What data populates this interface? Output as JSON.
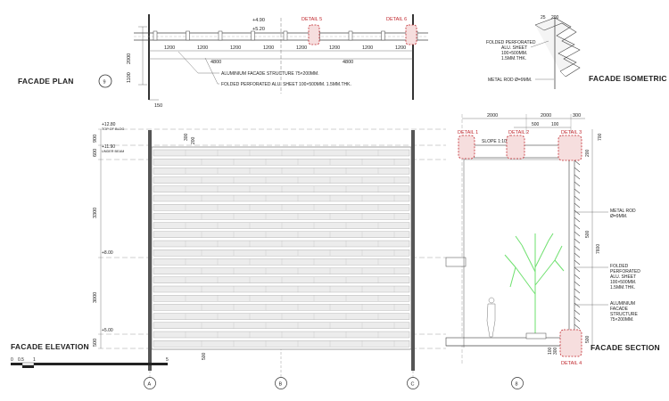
{
  "plan": {
    "title": "FACADE PLAN",
    "sheet_no": "9",
    "lvl_top": "+4.90",
    "lvl_bottom": "+5.20",
    "spans": [
      "1200",
      "1200",
      "1200",
      "1200",
      "1200",
      "1200",
      "1200",
      "1200"
    ],
    "totals": [
      "4800",
      "4800"
    ],
    "depths": [
      "2000",
      "1100"
    ],
    "edge": "150",
    "note1": "ALUMINIUM FACADE STRUCTURE 75×200MM.",
    "note2": "FOLDED PERFORATED ALU. SHEET 100×500MM. 1.5MM.THK.",
    "detail_a": "DETAIL 5",
    "detail_b": "DETAIL 6"
  },
  "iso": {
    "title": "FACADE ISOMETRIC",
    "dims": [
      "25",
      "200"
    ],
    "note1": "FOLDED PERFORATED",
    "note2": "ALU. SHEET",
    "note3": "100×500MM.",
    "note4": "1.5MM.THK.",
    "note5": "METAL ROD Ø=9MM."
  },
  "elevation": {
    "title": "FACADE ELEVATION",
    "lvl1": "+12.80",
    "lvl1_sub": "TOP OF BLDG",
    "lvl2": "+11.90",
    "lvl2_sub": "UNDER BEAM",
    "lvl3": "+8.00",
    "lvl4": "+5.00",
    "side_dims": [
      "900",
      "600",
      "3300",
      "3000",
      "500"
    ],
    "top_small": [
      "300",
      "200"
    ],
    "bottom_dim": "500",
    "scale": [
      "0",
      "0.5",
      "1",
      "5"
    ]
  },
  "grid": [
    "A",
    "B",
    "C"
  ],
  "section": {
    "title": "FACADE SECTION",
    "sheet_no": "8",
    "top_dims": [
      "2000",
      "2000",
      "300"
    ],
    "sub_dims": [
      "500",
      "100"
    ],
    "slope": "SLOPE 1:100",
    "details": [
      "DETAIL 1",
      "DETAIL 2",
      "DETAIL 3",
      "DETAIL 4"
    ],
    "right_dims": [
      "700",
      "200",
      "500",
      "7600",
      "500"
    ],
    "bottom_dims": [
      "100",
      "300"
    ],
    "rod1": "METAL ROD",
    "rod2": "Ø=9MM.",
    "sheet1": "FOLDED",
    "sheet2": "PERFORATED",
    "sheet3": "ALU. SHEET",
    "sheet4": "100×500MM.",
    "sheet5": "1.5MM.THK.",
    "struct1": "ALUMINIUM",
    "struct2": "FACADE",
    "struct3": "STRUCTURE",
    "struct4": "75×200MM."
  }
}
